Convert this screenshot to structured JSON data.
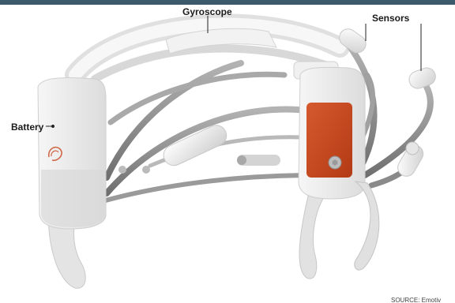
{
  "labels": {
    "gyroscope": "Gyroscope",
    "sensors": "Sensors",
    "battery": "Battery"
  },
  "source": "SOURCE: Emotiv",
  "colors": {
    "top_bar": "#3d5a6c",
    "shell": "#ececec",
    "band": "#8f8f8f",
    "accent": "#c8441e"
  }
}
